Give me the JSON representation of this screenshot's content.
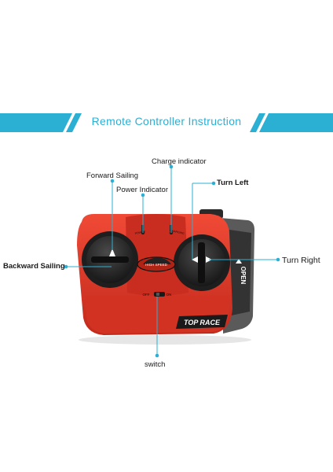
{
  "banner": {
    "title": "Remote Controller Instruction",
    "accent_color": "#2bb0d4"
  },
  "labels": {
    "charge_indicator": "Charge indicator",
    "forward_sailing": "Forward Sailing",
    "power_indicator": "Power Indicator",
    "turn_left": "Turn Left",
    "backward_sailing": "Backward Sailing",
    "turn_right": "Turn Right",
    "switch": "switch"
  },
  "device": {
    "brand_logo": "TOP RACE",
    "badge": "HIGH SPEED",
    "open_label": "OPEN",
    "switch_off": "OFF",
    "switch_on": "ON",
    "power_text": "POWER",
    "charging_text": "CHARGING",
    "body_color": "#e63a2a",
    "accent_line_color": "#2bb0d4"
  }
}
